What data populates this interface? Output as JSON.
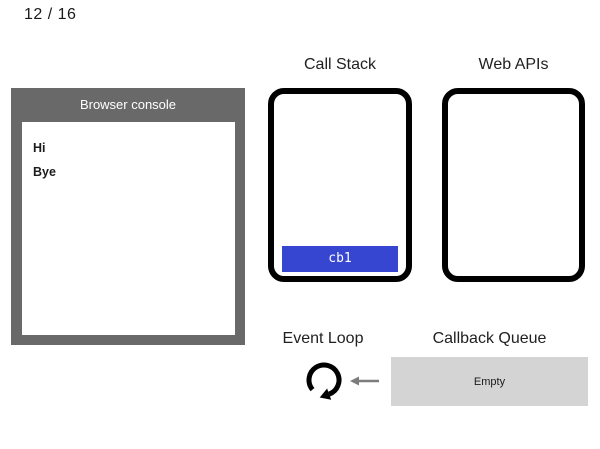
{
  "page": {
    "counter": "12 / 16"
  },
  "console": {
    "title": "Browser console",
    "lines": [
      "Hi",
      "Bye"
    ],
    "frame_color": "#696969"
  },
  "call_stack": {
    "label": "Call Stack",
    "items": [
      {
        "label": "cb1",
        "color": "#3646d1"
      }
    ]
  },
  "web_apis": {
    "label": "Web APIs",
    "items": []
  },
  "event_loop": {
    "label": "Event Loop",
    "icon": "clockwise-circular-arrow"
  },
  "callback_queue": {
    "label": "Callback Queue",
    "status": "Empty",
    "box_color": "#d4d4d4"
  },
  "icons": {
    "queue_to_loop": "left-arrow",
    "arrow_color": "#7c7c7c"
  },
  "colors": {
    "box_border": "#000000",
    "stack_item_blue": "#3646d1",
    "console_gray": "#696969",
    "queue_gray": "#d4d4d4",
    "text": "#212121"
  }
}
